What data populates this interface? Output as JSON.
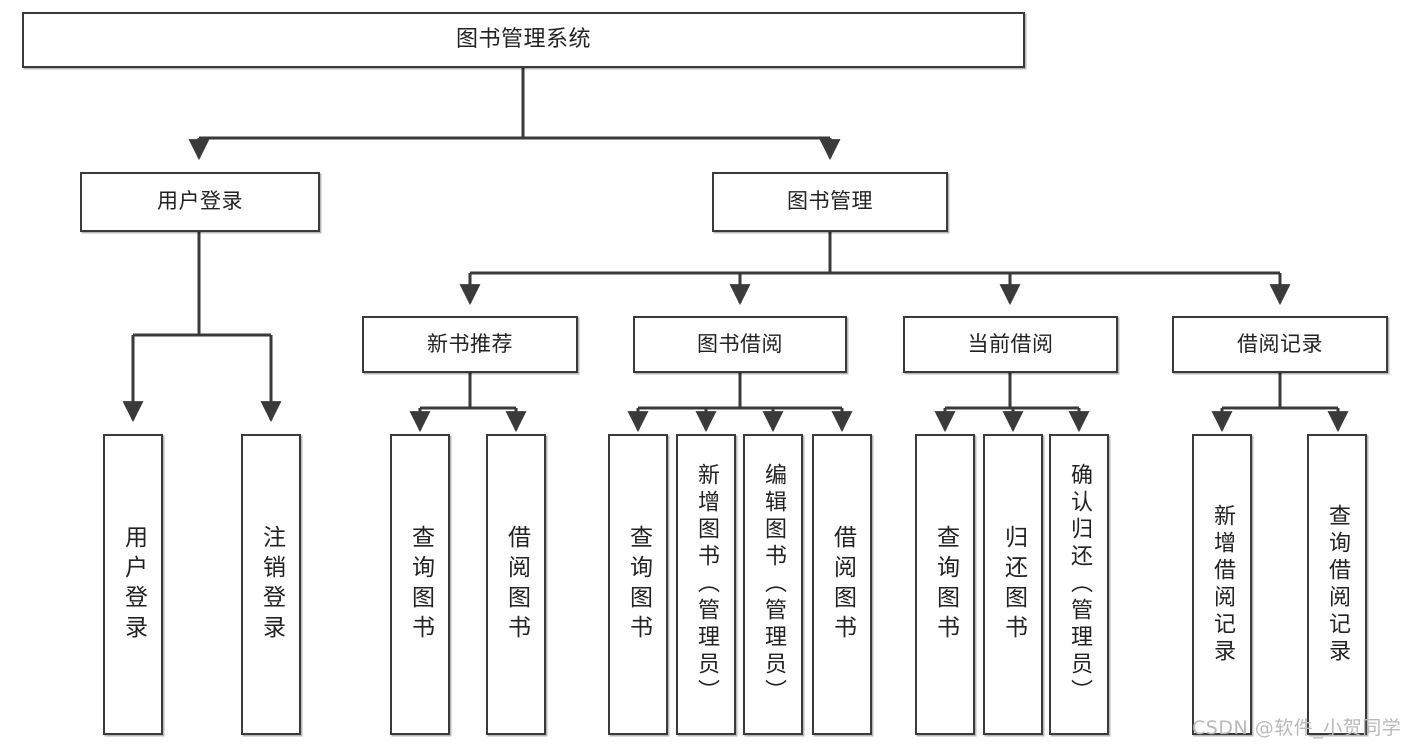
{
  "diagram": {
    "type": "tree-hierarchy",
    "title": "图书管理系统",
    "nodes": {
      "root": {
        "label": "图书管理系统"
      },
      "user_login": {
        "label": "用户登录"
      },
      "book_manage": {
        "label": "图书管理"
      },
      "new_book_rec": {
        "label": "新书推荐"
      },
      "book_borrow": {
        "label": "图书借阅"
      },
      "current_borrow": {
        "label": "当前借阅"
      },
      "borrow_record": {
        "label": "借阅记录"
      },
      "leaf_user_login": {
        "label": "用户登录"
      },
      "leaf_logout": {
        "label": "注销登录"
      },
      "leaf_query_book_1": {
        "label": "查询图书"
      },
      "leaf_borrow_book_1": {
        "label": "借阅图书"
      },
      "leaf_query_book_2": {
        "label": "查询图书"
      },
      "leaf_add_book": {
        "label": "新增图书（管理员）"
      },
      "leaf_edit_book": {
        "label": "编辑图书（管理员）"
      },
      "leaf_borrow_book_2": {
        "label": "借阅图书"
      },
      "leaf_query_book_3": {
        "label": "查询图书"
      },
      "leaf_return_book": {
        "label": "归还图书"
      },
      "leaf_confirm_return": {
        "label": "确认归还（管理员）"
      },
      "leaf_add_record": {
        "label": "新增借阅记录"
      },
      "leaf_query_record": {
        "label": "查询借阅记录"
      }
    },
    "edges": [
      {
        "from": "root",
        "to": "user_login"
      },
      {
        "from": "root",
        "to": "book_manage"
      },
      {
        "from": "user_login",
        "to": "leaf_user_login"
      },
      {
        "from": "user_login",
        "to": "leaf_logout"
      },
      {
        "from": "book_manage",
        "to": "new_book_rec"
      },
      {
        "from": "book_manage",
        "to": "book_borrow"
      },
      {
        "from": "book_manage",
        "to": "current_borrow"
      },
      {
        "from": "book_manage",
        "to": "borrow_record"
      },
      {
        "from": "new_book_rec",
        "to": "leaf_query_book_1"
      },
      {
        "from": "new_book_rec",
        "to": "leaf_borrow_book_1"
      },
      {
        "from": "book_borrow",
        "to": "leaf_query_book_2"
      },
      {
        "from": "book_borrow",
        "to": "leaf_add_book"
      },
      {
        "from": "book_borrow",
        "to": "leaf_edit_book"
      },
      {
        "from": "book_borrow",
        "to": "leaf_borrow_book_2"
      },
      {
        "from": "current_borrow",
        "to": "leaf_query_book_3"
      },
      {
        "from": "current_borrow",
        "to": "leaf_return_book"
      },
      {
        "from": "current_borrow",
        "to": "leaf_confirm_return"
      },
      {
        "from": "borrow_record",
        "to": "leaf_add_record"
      },
      {
        "from": "borrow_record",
        "to": "leaf_query_record"
      }
    ],
    "colors": {
      "stroke": "#3a3a3a",
      "fill": "#ffffff",
      "text": "#222222",
      "watermark": "#b9b9b9"
    }
  },
  "watermark": {
    "text": "CSDN @软件_小贺同学"
  }
}
